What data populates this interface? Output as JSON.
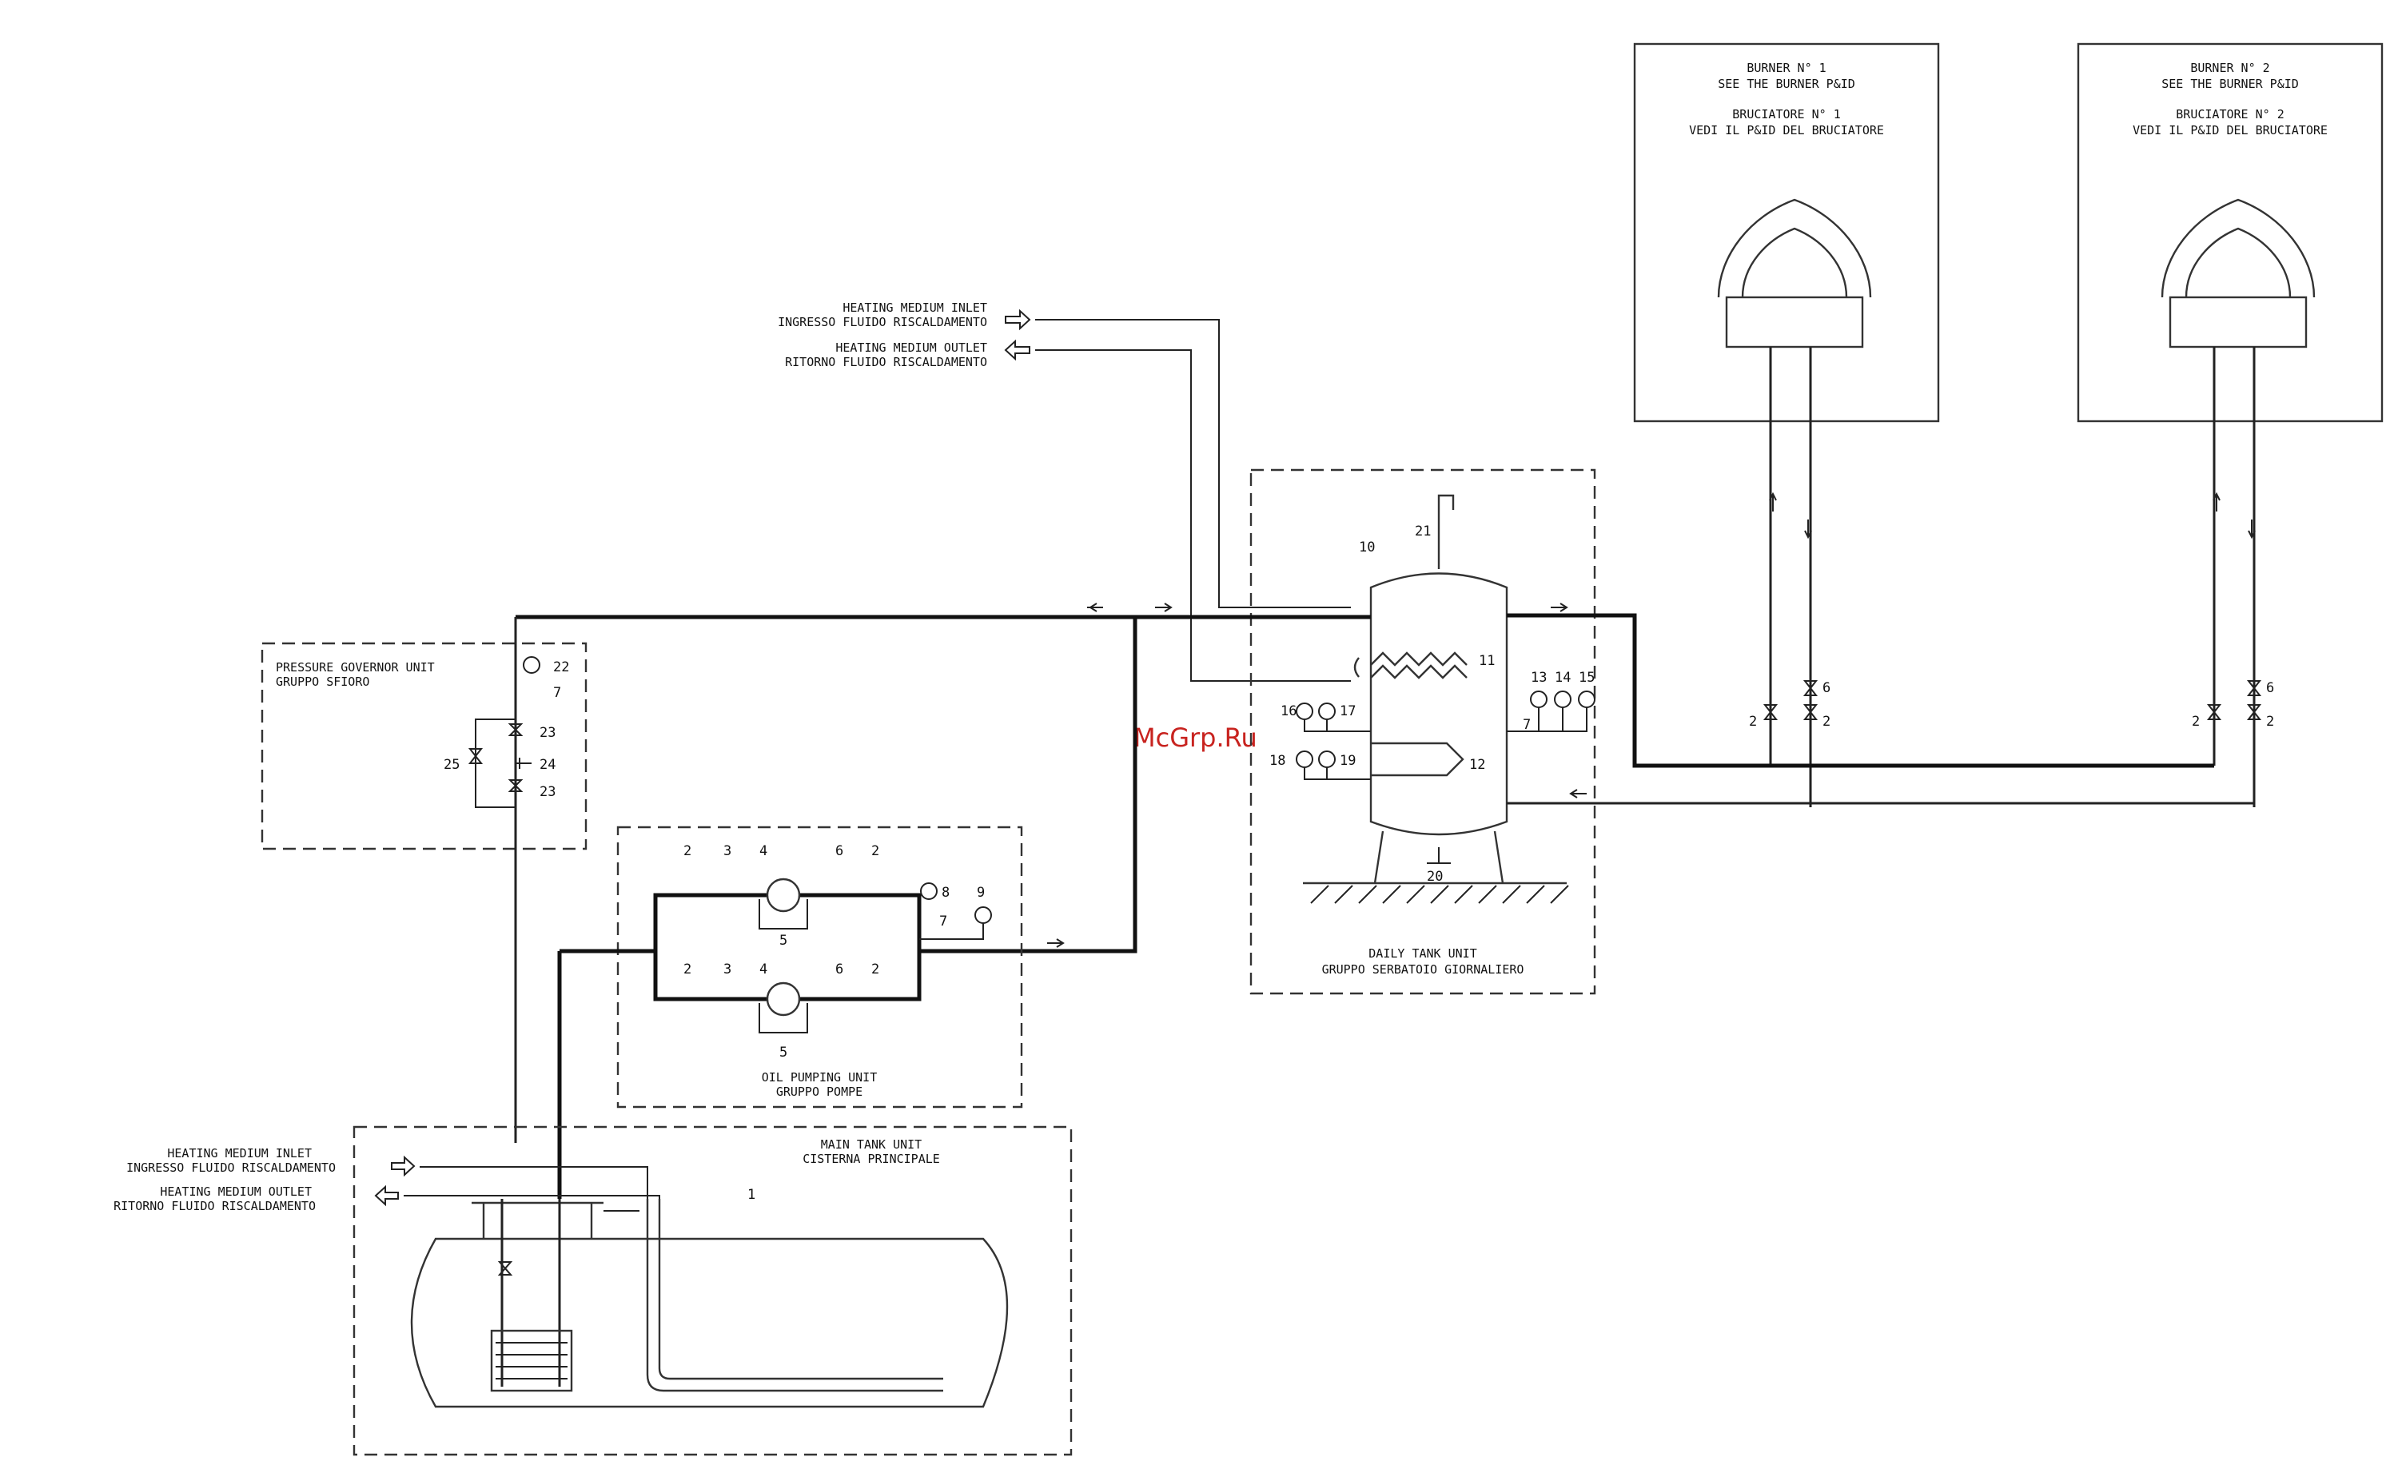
{
  "watermark": "McGrp.Ru",
  "burner_1": {
    "line1": "BURNER N° 1",
    "line2": "SEE THE BURNER P&ID",
    "line3": "BRUCIATORE N° 1",
    "line4": "VEDI IL P&ID DEL BRUCIATORE"
  },
  "burner_2": {
    "line1": "BURNER N° 2",
    "line2": "SEE THE BURNER P&ID",
    "line3": "BRUCIATORE N° 2",
    "line4": "VEDI IL P&ID DEL BRUCIATORE"
  },
  "heating_top": {
    "inlet_en": "HEATING MEDIUM INLET",
    "inlet_it": "INGRESSO FLUIDO RISCALDAMENTO",
    "outlet_en": "HEATING MEDIUM OUTLET",
    "outlet_it": "RITORNO FLUIDO RISCALDAMENTO"
  },
  "heating_bottom": {
    "inlet_en": "HEATING MEDIUM INLET",
    "inlet_it": "INGRESSO FLUIDO RISCALDAMENTO",
    "outlet_en": "HEATING MEDIUM OUTLET",
    "outlet_it": "RITORNO FLUIDO RISCALDAMENTO"
  },
  "pressure_unit": {
    "en": "PRESSURE GOVERNOR UNIT",
    "it": "GRUPPO SFIORO"
  },
  "daily_tank": {
    "en": "DAILY TANK UNIT",
    "it": "GRUPPO SERBATOIO GIORNALIERO"
  },
  "pumping_unit": {
    "en": "OIL PUMPING UNIT",
    "it": "GRUPPO POMPE"
  },
  "main_tank": {
    "en": "MAIN TANK UNIT",
    "it": "CISTERNA PRINCIPALE"
  },
  "tags": {
    "t1": "1",
    "t2": "2",
    "t3": "3",
    "t4": "4",
    "t5": "5",
    "t6": "6",
    "t7": "7",
    "t8": "8",
    "t9": "9",
    "t10": "10",
    "t11": "11",
    "t12": "12",
    "t13": "13",
    "t14": "14",
    "t15": "15",
    "t16": "16",
    "t17": "17",
    "t18": "18",
    "t19": "19",
    "t20": "20",
    "t21": "21",
    "t22": "22",
    "t23": "23",
    "t24": "24",
    "t25": "25"
  }
}
